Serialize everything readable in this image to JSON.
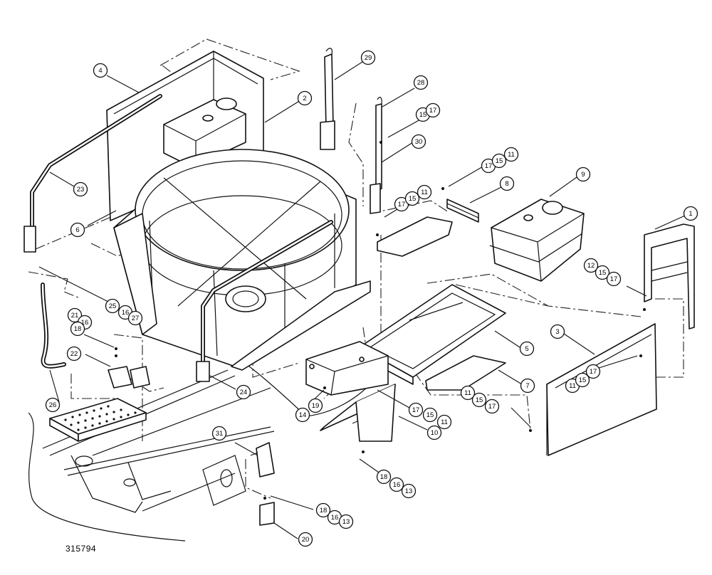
{
  "drawing_number": "315794",
  "callouts": [
    {
      "id": "c4",
      "label": "4"
    },
    {
      "id": "c2",
      "label": "2"
    },
    {
      "id": "c29",
      "label": "29"
    },
    {
      "id": "c28",
      "label": "28"
    },
    {
      "id": "c15a",
      "label": "15"
    },
    {
      "id": "c17a",
      "label": "17"
    },
    {
      "id": "c30",
      "label": "30"
    },
    {
      "id": "c17b",
      "label": "17"
    },
    {
      "id": "c15b",
      "label": "15"
    },
    {
      "id": "c11b",
      "label": "11"
    },
    {
      "id": "c8",
      "label": "8"
    },
    {
      "id": "c9",
      "label": "9"
    },
    {
      "id": "c17c",
      "label": "17"
    },
    {
      "id": "c15c",
      "label": "15"
    },
    {
      "id": "c11c",
      "label": "11"
    },
    {
      "id": "c23",
      "label": "23"
    },
    {
      "id": "c6",
      "label": "6"
    },
    {
      "id": "c1",
      "label": "1"
    },
    {
      "id": "c12d",
      "label": "12"
    },
    {
      "id": "c15d",
      "label": "15"
    },
    {
      "id": "c17d",
      "label": "17"
    },
    {
      "id": "c25",
      "label": "25"
    },
    {
      "id": "c16a",
      "label": "16"
    },
    {
      "id": "c27",
      "label": "27"
    },
    {
      "id": "c21",
      "label": "21"
    },
    {
      "id": "c16b",
      "label": "16"
    },
    {
      "id": "c18a",
      "label": "18"
    },
    {
      "id": "c22",
      "label": "22"
    },
    {
      "id": "c3",
      "label": "3"
    },
    {
      "id": "c5",
      "label": "5"
    },
    {
      "id": "c11e",
      "label": "11"
    },
    {
      "id": "c15e",
      "label": "15"
    },
    {
      "id": "c17e",
      "label": "17"
    },
    {
      "id": "c7",
      "label": "7"
    },
    {
      "id": "c24",
      "label": "24"
    },
    {
      "id": "c11f",
      "label": "11"
    },
    {
      "id": "c15f",
      "label": "15"
    },
    {
      "id": "c17f",
      "label": "17"
    },
    {
      "id": "c26",
      "label": "26"
    },
    {
      "id": "c14",
      "label": "14"
    },
    {
      "id": "c19",
      "label": "19"
    },
    {
      "id": "c17g",
      "label": "17"
    },
    {
      "id": "c15g",
      "label": "15"
    },
    {
      "id": "c11g",
      "label": "11"
    },
    {
      "id": "c10",
      "label": "10"
    },
    {
      "id": "c31",
      "label": "31"
    },
    {
      "id": "c18b",
      "label": "18"
    },
    {
      "id": "c16c",
      "label": "16"
    },
    {
      "id": "c13a",
      "label": "13"
    },
    {
      "id": "c18c",
      "label": "18"
    },
    {
      "id": "c16d",
      "label": "16"
    },
    {
      "id": "c13b",
      "label": "13"
    },
    {
      "id": "c20",
      "label": "20"
    }
  ]
}
